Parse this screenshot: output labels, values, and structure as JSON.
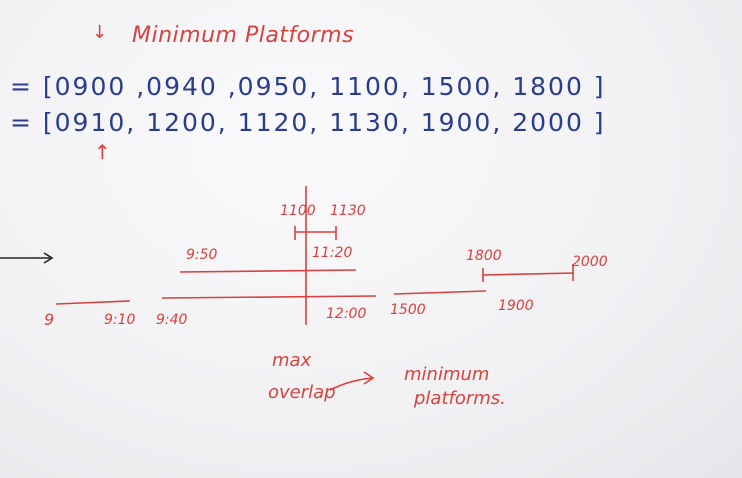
{
  "title": "Minimum Platforms",
  "arrivals_line": "= [0900 ,0940 ,0950, 1100, 1500, 1800 ]",
  "departures_line": "= [0910, 1200, 1120, 1130, 1900, 2000 ]",
  "arrow_down": "↓",
  "arrow_up": "↑",
  "timeline_labels": {
    "t1100": "1100",
    "t1130": "1130",
    "t950": "9:50",
    "t1120": "11:20",
    "t1800": "1800",
    "t2000": "2000",
    "t9": "9",
    "t910": "9:10",
    "t940": "9:40",
    "t1200": "12:00",
    "t1500": "1500",
    "t1900": "1900"
  },
  "note_max": "max",
  "note_overlap": "overlap",
  "note_minimum": "minimum",
  "note_platforms": "platforms.",
  "colors": {
    "red_ink": "#d6423f",
    "blue_ink": "#2a3c8c",
    "black_ink": "#222222"
  }
}
